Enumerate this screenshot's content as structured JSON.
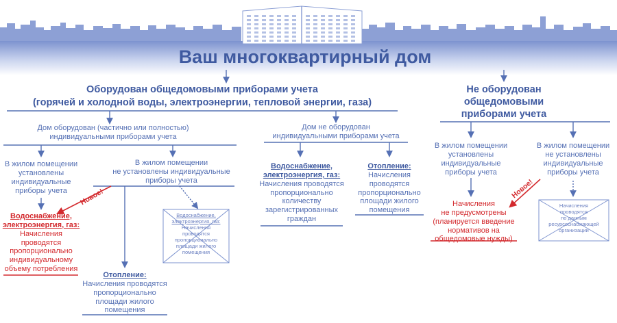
{
  "header": {
    "title": "Ваш многоквартирный дом"
  },
  "branch_equipped": {
    "title_line1": "Оборудован общедомовыми приборами учета",
    "title_line2": "(горячей и холодной воды, электроэнергии, тепловой энергии, газа)",
    "individual_yes": {
      "line1": "Дом оборудован (частично или полностью)",
      "line2": "индивидуальными  приборами учета",
      "installed": {
        "lines": [
          "В жилом помещении",
          "установлены",
          "индивидуальные",
          "приборы учета"
        ]
      },
      "new_badge": "Новое!",
      "installed_result": {
        "heading1": "Водоснабжение,",
        "heading2": "электроэнергия, газ:",
        "lines": [
          "Начисления",
          "проводятся",
          "пропорционально",
          "индивидуальному",
          "объему потребления"
        ]
      },
      "not_installed": {
        "lines": [
          "В жилом помещении",
          "не установлены индивидуальные",
          "приборы учета"
        ]
      },
      "crossed_box": {
        "heading1": "Водоснабжение,",
        "heading2": "электроэнергия, газ:",
        "lines": [
          "Начисления",
          "проводятся",
          "пропорционально",
          "площади жилого",
          "помещения"
        ]
      },
      "heating": {
        "heading": "Отопление:",
        "lines": [
          "Начисления проводятся",
          "пропорционально",
          "площади жилого",
          "помещения"
        ]
      }
    },
    "individual_no": {
      "line1": "Дом не оборудован",
      "line2": "индивидуальными приборами учета",
      "water": {
        "heading1": "Водоснабжение,",
        "heading2": "электроэнергия, газ:",
        "lines": [
          "Начисления проводятся",
          "пропорционально",
          "количеству",
          "зарегистрированных",
          "граждан"
        ]
      },
      "heating": {
        "heading": "Отопление:",
        "lines": [
          "Начисления",
          "проводятся",
          "пропорционально",
          "площади жилого",
          "помещения"
        ]
      }
    }
  },
  "branch_not_equipped": {
    "title_lines": [
      "Не оборудован",
      "общедомовыми",
      "приборами учета"
    ],
    "installed": {
      "lines": [
        "В жилом помещении",
        "установлены",
        "индивидуальные",
        "приборы учета"
      ]
    },
    "not_installed": {
      "lines": [
        "В жилом помещении",
        "не установлены",
        "индивидуальные",
        "приборы учета"
      ]
    },
    "new_badge": "Новое!",
    "result": {
      "lines": [
        "Начисления",
        "не предусмотрены",
        "(планируется введение",
        "нормативов на",
        "общедомовые нужды)"
      ]
    },
    "crossed_box": {
      "lines": [
        "Начисления",
        "проводятся",
        "по данным",
        "ресурсоснабжающей",
        "организации"
      ]
    }
  },
  "colors": {
    "primary": "#5570b4",
    "dark": "#3f5aa0",
    "accent": "#d3292d",
    "skyline": "#8da0d5"
  }
}
